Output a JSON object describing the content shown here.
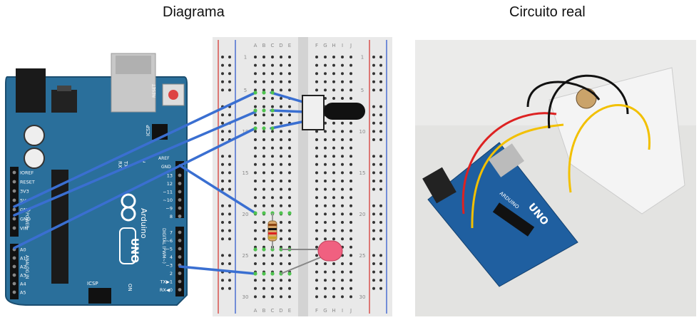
{
  "titles": {
    "diagram": "Diagrama",
    "real": "Circuito real"
  },
  "arduino": {
    "reset_label": "RESET",
    "icsp_label": "ICSP",
    "icsp2_label": "ICSP",
    "brand": "Arduino",
    "model": "UNO",
    "tx_label": "TX",
    "rx_label": "RX",
    "l_label": "L",
    "on_label": "ON",
    "aref_label": "AREF",
    "gnd_label": "GND",
    "power_label": "POWER",
    "analog_label": "ANALOG IN",
    "digital_label": "DIGITAL (PWM~)",
    "power_pins": [
      "IOREF",
      "RESET",
      "3V3",
      "5V",
      "GND",
      "GND",
      "VIN"
    ],
    "analog_pins": [
      "A0",
      "A1",
      "A2",
      "A3",
      "A4",
      "A5"
    ],
    "digital_top": [
      "13",
      "12",
      "~11",
      "~10",
      "~9",
      "8"
    ],
    "digital_bottom": [
      "7",
      "~6",
      "~5",
      "4",
      "~3",
      "2",
      "TX▶1",
      "RX◀0"
    ]
  },
  "breadboard": {
    "columns_left": [
      "A",
      "B",
      "C",
      "D",
      "E"
    ],
    "columns_right": [
      "F",
      "G",
      "H",
      "I",
      "J"
    ],
    "row_numbers": [
      "1",
      "5",
      "10",
      "15",
      "20",
      "25",
      "30"
    ]
  },
  "photo": {
    "board_text": "UNO",
    "brand_text": "ARDUINO"
  },
  "colors": {
    "board": "#2a6f9b",
    "wire": "#3a6fd1",
    "led": "#f06080",
    "breadboard": "#e9e9e9",
    "rail_red": "#d9534f",
    "rail_blue": "#4a6fd1"
  }
}
